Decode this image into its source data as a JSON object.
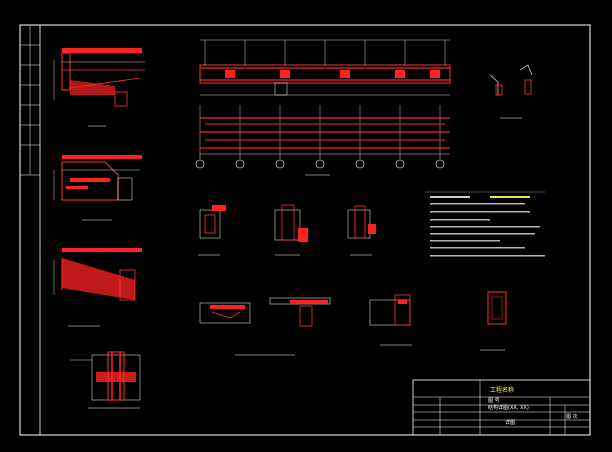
{
  "title_block": {
    "field_1": "工程名称",
    "field_2": "图 号",
    "field_3": "结构详图(XX, XX)",
    "field_4": "详图",
    "field_5": "图 次"
  },
  "colors": {
    "background": "#000000",
    "frame": "#ffffff",
    "rebar": "#ff2222",
    "concrete": "#ff3333",
    "dimension": "#ffffff",
    "highlight": "#ffff66"
  }
}
